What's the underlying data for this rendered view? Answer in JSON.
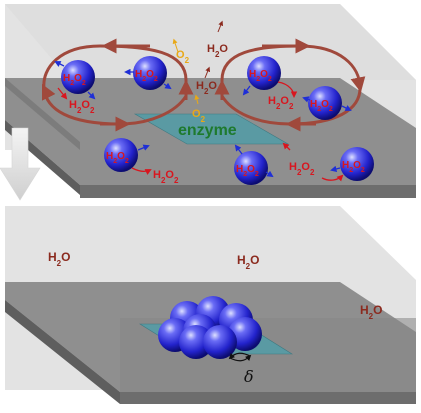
{
  "top_panel": {
    "enzyme_label": "enzyme",
    "oxygen": [
      {
        "main": "O",
        "sub": "2"
      },
      {
        "main": "O",
        "sub": "2"
      }
    ],
    "water": [
      {
        "main": "H",
        "sub": "2",
        "tail": "O"
      },
      {
        "main": "H",
        "sub": "2",
        "tail": "O"
      }
    ],
    "peroxide_spheres": [
      {
        "main": "H",
        "sub": "2",
        "tail": "O",
        "sub2": "2"
      },
      {
        "main": "H",
        "sub": "2",
        "tail": "O",
        "sub2": "2"
      },
      {
        "main": "H",
        "sub": "2",
        "tail": "O",
        "sub2": "2"
      },
      {
        "main": "H",
        "sub": "2",
        "tail": "O",
        "sub2": "2"
      },
      {
        "main": "H",
        "sub": "2",
        "tail": "O",
        "sub2": "2"
      },
      {
        "main": "H",
        "sub": "2",
        "tail": "O",
        "sub2": "2"
      },
      {
        "main": "H",
        "sub": "2",
        "tail": "O",
        "sub2": "2"
      }
    ],
    "peroxide_free": [
      {
        "main": "H",
        "sub": "2",
        "tail": "O",
        "sub2": "2"
      },
      {
        "main": "H",
        "sub": "2",
        "tail": "O",
        "sub2": "2"
      },
      {
        "main": "H",
        "sub": "2",
        "tail": "O",
        "sub2": "2"
      },
      {
        "main": "H",
        "sub": "2",
        "tail": "O",
        "sub2": "2"
      }
    ]
  },
  "bottom_panel": {
    "water": [
      {
        "main": "H",
        "sub": "2",
        "tail": "O"
      },
      {
        "main": "H",
        "sub": "2",
        "tail": "O"
      },
      {
        "main": "H",
        "sub": "2",
        "tail": "O"
      }
    ],
    "delta_label": "δ"
  },
  "colors": {
    "slab_top": "#8c8c8c",
    "slab_front": "#6e6e6e",
    "water_block": "#e0e0e0",
    "enzyme_pad": "#5a9aa3",
    "enzyme_text": "#1e7a2e",
    "flow_arrow": "#a0493c",
    "peroxide_red": "#d8161f",
    "oxygen_yellow": "#e8a817",
    "water_brown": "#8b2a1e",
    "sphere_blue": "#2a2ad6"
  }
}
